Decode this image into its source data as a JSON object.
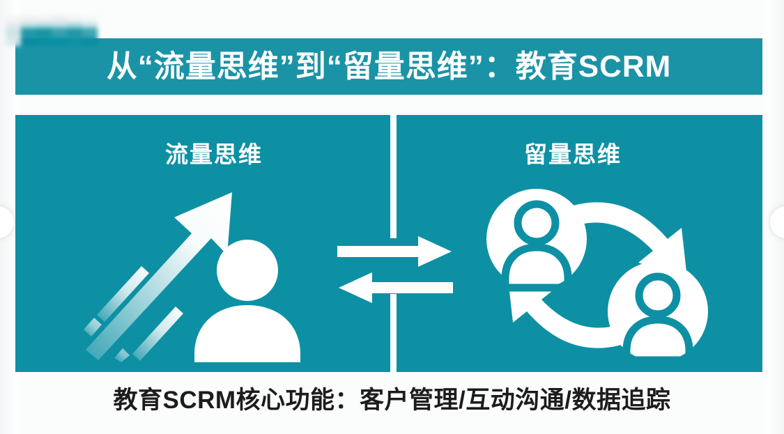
{
  "slide": {
    "background_color": "#fbfcfc",
    "title": "从“流量思维”到“留量思维”：教育SCRM",
    "banner_color": "#1b93a6",
    "panel_color": "#0d90a4",
    "accent_white": "#ffffff",
    "caption_color": "#1c1c1c"
  },
  "watermark": {
    "label": "blurred-watermark"
  },
  "columns": {
    "left": {
      "heading": "流量思维",
      "icon": "rising-arrow-person-icon"
    },
    "right": {
      "heading": "留量思维",
      "icon": "two-person-cycle-icon"
    }
  },
  "center": {
    "icon_top": "arrow-right-icon",
    "icon_bottom": "arrow-left-icon",
    "divider": "vertical-divider"
  },
  "caption": {
    "text": "教育SCRM核心功能：客户管理/互动沟通/数据追踪"
  }
}
